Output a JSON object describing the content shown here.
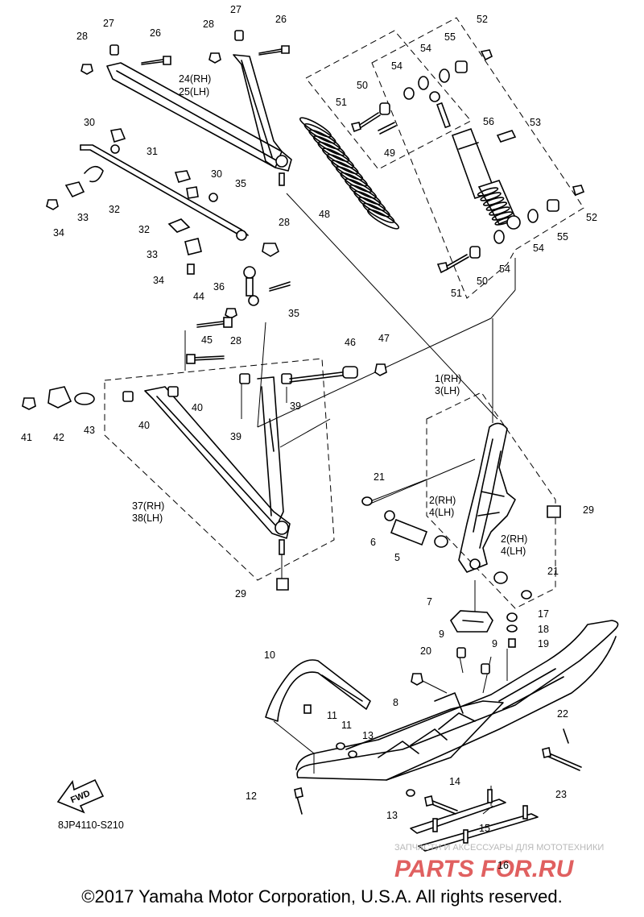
{
  "diagram": {
    "code": "8JP4110-S210",
    "fwd_label": "FWD",
    "copyright": "©2017 Yamaha Motor Corporation, U.S.A. All rights reserved.",
    "watermark": {
      "tagline": "ЗАПЧАСТИ И АКСЕССУАРЫ ДЛЯ МОТОТЕХНИКИ",
      "brand": "PARTS FOR.RU",
      "brand_color": "#e06060",
      "tagline_color": "#b8b8b8"
    },
    "callouts": [
      {
        "id": "c1",
        "text": "1(RH)"
      },
      {
        "id": "c3",
        "text": "3(LH)"
      },
      {
        "id": "c2a",
        "text": "2(RH)"
      },
      {
        "id": "c4a",
        "text": "4(LH)"
      },
      {
        "id": "c2b",
        "text": "2(RH)"
      },
      {
        "id": "c4b",
        "text": "4(LH)"
      },
      {
        "id": "c5",
        "text": "5"
      },
      {
        "id": "c6",
        "text": "6"
      },
      {
        "id": "c7",
        "text": "7"
      },
      {
        "id": "c8",
        "text": "8"
      },
      {
        "id": "c9a",
        "text": "9"
      },
      {
        "id": "c9b",
        "text": "9"
      },
      {
        "id": "c10",
        "text": "10"
      },
      {
        "id": "c11a",
        "text": "11"
      },
      {
        "id": "c11b",
        "text": "11"
      },
      {
        "id": "c12",
        "text": "12"
      },
      {
        "id": "c13a",
        "text": "13"
      },
      {
        "id": "c13b",
        "text": "13"
      },
      {
        "id": "c14",
        "text": "14"
      },
      {
        "id": "c15",
        "text": "15"
      },
      {
        "id": "c16",
        "text": "16"
      },
      {
        "id": "c17",
        "text": "17"
      },
      {
        "id": "c18",
        "text": "18"
      },
      {
        "id": "c19",
        "text": "19"
      },
      {
        "id": "c20",
        "text": "20"
      },
      {
        "id": "c21a",
        "text": "21"
      },
      {
        "id": "c21b",
        "text": "21"
      },
      {
        "id": "c22",
        "text": "22"
      },
      {
        "id": "c23",
        "text": "23"
      },
      {
        "id": "c24",
        "text": "24(RH)"
      },
      {
        "id": "c25",
        "text": "25(LH)"
      },
      {
        "id": "c26a",
        "text": "26"
      },
      {
        "id": "c26b",
        "text": "26"
      },
      {
        "id": "c27a",
        "text": "27"
      },
      {
        "id": "c27b",
        "text": "27"
      },
      {
        "id": "c28a",
        "text": "28"
      },
      {
        "id": "c28b",
        "text": "28"
      },
      {
        "id": "c28c",
        "text": "28"
      },
      {
        "id": "c28d",
        "text": "28"
      },
      {
        "id": "c29a",
        "text": "29"
      },
      {
        "id": "c29b",
        "text": "29"
      },
      {
        "id": "c30a",
        "text": "30"
      },
      {
        "id": "c30b",
        "text": "30"
      },
      {
        "id": "c31",
        "text": "31"
      },
      {
        "id": "c32a",
        "text": "32"
      },
      {
        "id": "c32b",
        "text": "32"
      },
      {
        "id": "c33a",
        "text": "33"
      },
      {
        "id": "c33b",
        "text": "33"
      },
      {
        "id": "c34a",
        "text": "34"
      },
      {
        "id": "c34b",
        "text": "34"
      },
      {
        "id": "c35a",
        "text": "35"
      },
      {
        "id": "c35b",
        "text": "35"
      },
      {
        "id": "c36",
        "text": "36"
      },
      {
        "id": "c37",
        "text": "37(RH)"
      },
      {
        "id": "c38",
        "text": "38(LH)"
      },
      {
        "id": "c39a",
        "text": "39"
      },
      {
        "id": "c39b",
        "text": "39"
      },
      {
        "id": "c40a",
        "text": "40"
      },
      {
        "id": "c40b",
        "text": "40"
      },
      {
        "id": "c41",
        "text": "41"
      },
      {
        "id": "c42",
        "text": "42"
      },
      {
        "id": "c43",
        "text": "43"
      },
      {
        "id": "c44",
        "text": "44"
      },
      {
        "id": "c45",
        "text": "45"
      },
      {
        "id": "c46",
        "text": "46"
      },
      {
        "id": "c47",
        "text": "47"
      },
      {
        "id": "c48",
        "text": "48"
      },
      {
        "id": "c49",
        "text": "49"
      },
      {
        "id": "c50a",
        "text": "50"
      },
      {
        "id": "c50b",
        "text": "50"
      },
      {
        "id": "c51a",
        "text": "51"
      },
      {
        "id": "c51b",
        "text": "51"
      },
      {
        "id": "c52a",
        "text": "52"
      },
      {
        "id": "c52b",
        "text": "52"
      },
      {
        "id": "c53",
        "text": "53"
      },
      {
        "id": "c54a",
        "text": "54"
      },
      {
        "id": "c54b",
        "text": "54"
      },
      {
        "id": "c54c",
        "text": "54"
      },
      {
        "id": "c54d",
        "text": "54"
      },
      {
        "id": "c55a",
        "text": "55"
      },
      {
        "id": "c55b",
        "text": "55"
      },
      {
        "id": "c56",
        "text": "56"
      }
    ]
  }
}
